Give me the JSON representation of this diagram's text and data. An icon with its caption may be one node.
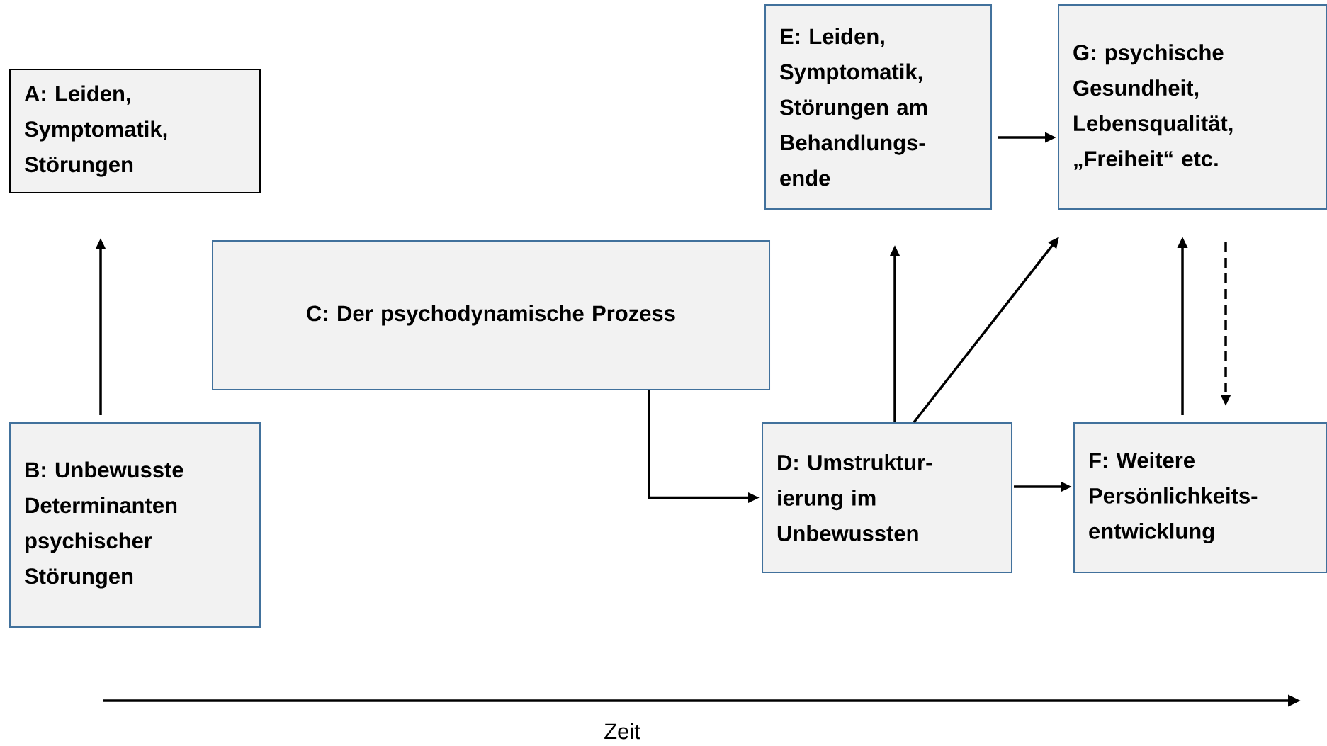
{
  "diagram": {
    "nodes": [
      {
        "text": [
          "A: Leiden, Symptomatik, Störungen"
        ]
      },
      {
        "text": [
          "B: Unbewusste Determinanten psychischer Störungen"
        ]
      },
      {
        "text": [
          "C: Der psychodynamische Prozess"
        ]
      },
      {
        "text": [
          "D: Umstruktur-ierung im Unbewussten"
        ]
      },
      {
        "text": [
          "E: Leiden, Symptomatik, Störungen am Behandlungs-ende"
        ]
      },
      {
        "text": [
          "F: Weitere Persönlichkeits-entwicklung"
        ]
      },
      {
        "text": [
          "G: psychische Gesundheit, Lebensqualität, „Freiheit“ etc."
        ]
      }
    ],
    "edges": [
      {
        "from": 1,
        "to": 0,
        "arrow": "to"
      },
      {
        "from": 2,
        "to": 3,
        "arrow": "to"
      },
      {
        "from": 3,
        "to": 4,
        "arrow": "to"
      },
      {
        "from": 3,
        "to": 6,
        "arrow": "to"
      },
      {
        "from": 4,
        "to": 6,
        "arrow": "to"
      },
      {
        "from": 3,
        "to": 5,
        "arrow": "to"
      },
      {
        "from": 5,
        "to": 6,
        "arrow": "to"
      },
      {
        "from": 6,
        "to": 5,
        "arrow": "to",
        "style": "dashed"
      }
    ],
    "labels": [
      "Zeit"
    ]
  }
}
